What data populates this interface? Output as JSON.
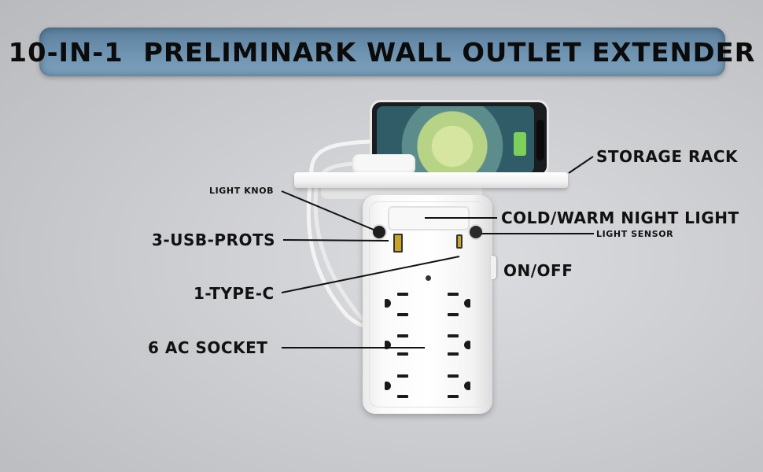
{
  "header": {
    "title": "10-IN-1  PRELIMINARK WALL OUTLET EXTENDER",
    "bar_color": "#6a8fac"
  },
  "callouts": {
    "storage_rack": "STORAGE RACK",
    "light_knob": "LIGHT KNOB",
    "night_light": "COLD/WARM NIGHT LIGHT",
    "light_sensor": "LIGHT SENSOR",
    "usb_ports": "3-USB-PROTS",
    "on_off": "ON/OFF",
    "type_c": "1-TYPE-C",
    "ac_socket": "6 AC SOCKET"
  },
  "product": {
    "name": "wall outlet extender with shelf",
    "phone_battery_color": "#7ccf5a",
    "port_color": "#c9a325",
    "ac_outlets": 6,
    "usb_ports": 3,
    "type_c_ports": 1
  }
}
